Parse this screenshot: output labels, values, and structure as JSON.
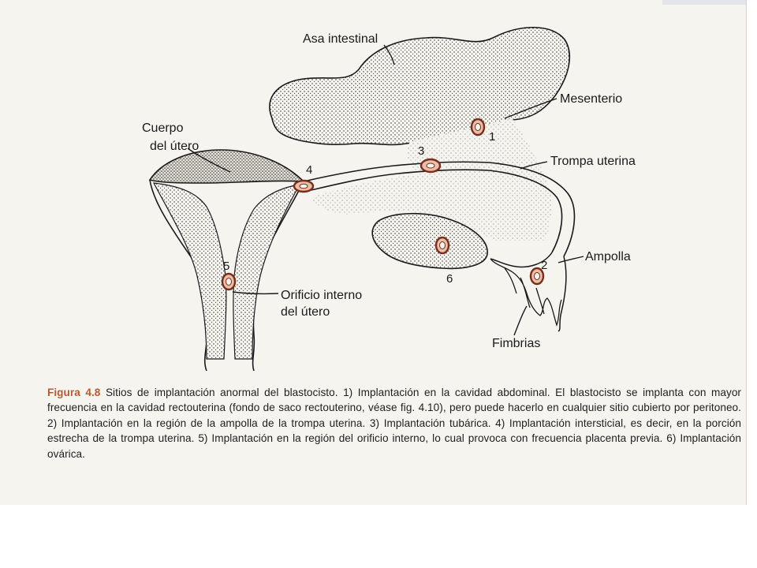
{
  "figure": {
    "labels": {
      "asa_intestinal": "Asa intestinal",
      "mesenterio": "Mesenterio",
      "cuerpo": "Cuerpo",
      "del_utero": "del útero",
      "trompa_uterina": "Trompa uterina",
      "ampolla": "Ampolla",
      "orificio_interno": "Orificio interno",
      "del_utero_2": "del útero",
      "fimbrias": "Fimbrias"
    },
    "site_numbers": [
      "1",
      "2",
      "3",
      "4",
      "5",
      "6"
    ],
    "colors": {
      "ink": "#1a1a1a",
      "implant_ring": "#7a2b1c",
      "implant_fill": "#e8c0a8",
      "caption_label": "#b85a2e"
    }
  },
  "caption": {
    "label": "Figura 4.8",
    "text": "Sitios de implantación anormal del blastocisto. 1) Implantación en la cavidad abdominal. El blastocisto se implanta con mayor frecuencia en la cavidad rectouterina (fondo de saco rectouterino, véase fig. 4.10), pero puede hacerlo en cualquier sitio cubierto por peritoneo. 2) Implantación en la región de la ampolla de la trompa uterina. 3) Implantación tubárica. 4) Implantación intersticial, es decir, en la porción estrecha de la trompa uterina. 5) Implantación en la región del orificio interno, lo cual provoca con frecuencia placenta previa. 6) Implantación ovárica."
  }
}
